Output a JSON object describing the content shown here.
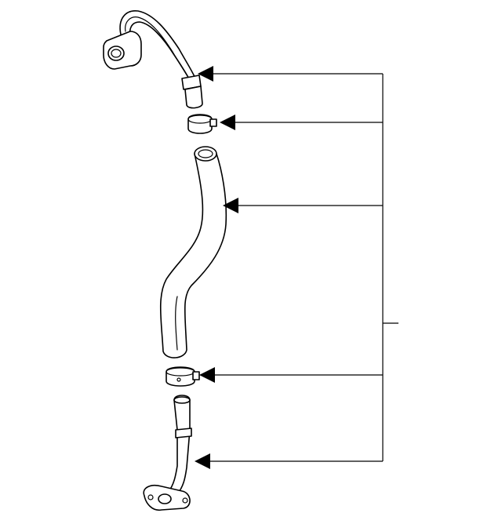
{
  "diagram": {
    "background": "#ffffff",
    "line_color": "#000000",
    "parts": [
      {
        "id": "upper-tube",
        "callout": true
      },
      {
        "id": "upper-clamp",
        "callout": true
      },
      {
        "id": "hose",
        "callout": true
      },
      {
        "id": "lower-clamp",
        "callout": true
      },
      {
        "id": "lower-tube",
        "callout": true
      }
    ]
  }
}
